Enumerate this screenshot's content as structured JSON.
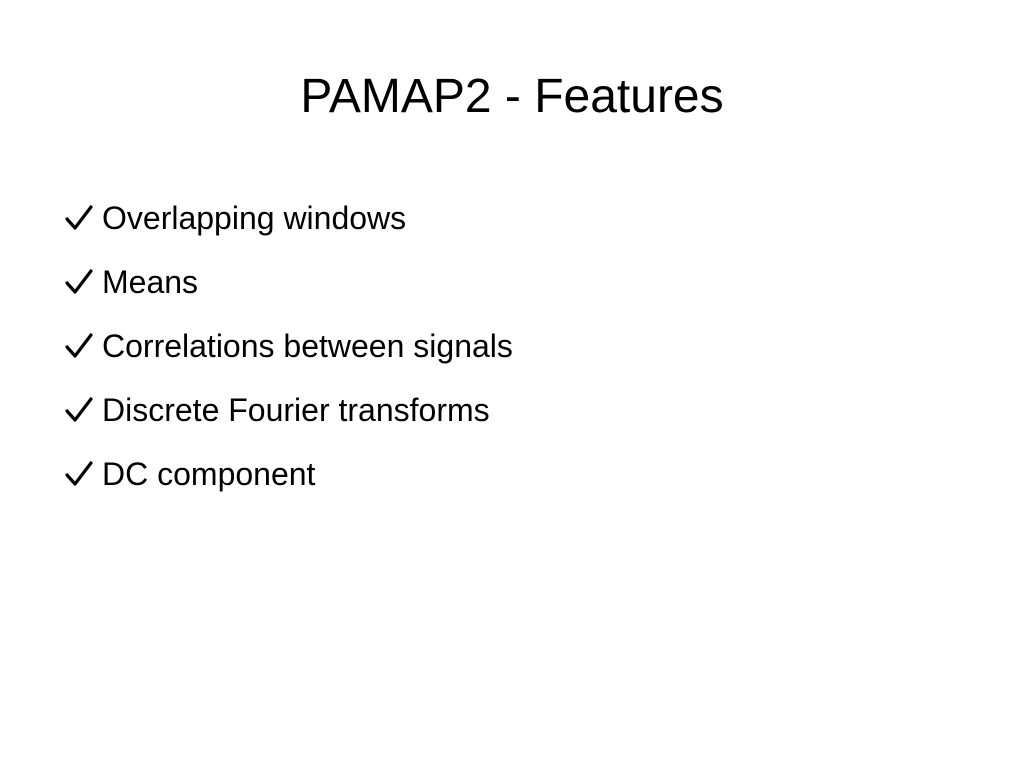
{
  "slide": {
    "title": "PAMAP2 - Features",
    "bullets": [
      {
        "icon": "check-icon",
        "text": "Overlapping windows"
      },
      {
        "icon": "check-icon",
        "text": "Means"
      },
      {
        "icon": "check-icon",
        "text": "Correlations between signals"
      },
      {
        "icon": "check-icon",
        "text": "Discrete Fourier transforms"
      },
      {
        "icon": "check-icon",
        "text": "DC component"
      }
    ]
  }
}
